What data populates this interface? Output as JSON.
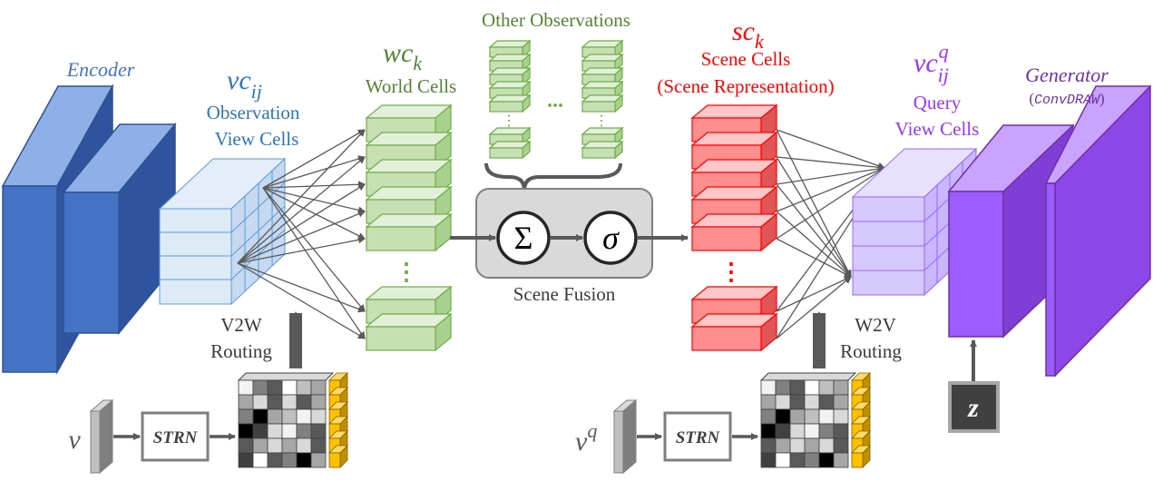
{
  "colors": {
    "encoder": "#4472c4",
    "world": "#70ad47",
    "scene": "#ff0000",
    "query": "#9966ff",
    "fusion_bg": "#d9d9d9",
    "arrow": "#595959",
    "gold": "#ffc000"
  },
  "encoder": {
    "label": "Encoder"
  },
  "obs_view_cells": {
    "symbol": "vc",
    "subscript": "ij",
    "label_line1": "Observation",
    "label_line2": "View Cells"
  },
  "world_cells": {
    "symbol": "wc",
    "subscript": "k",
    "label": "World Cells",
    "vertical_dots": "⋮"
  },
  "other_observations": {
    "label": "Other Observations",
    "ellipsis": "...",
    "vertical_dots": "⋮"
  },
  "scene_fusion": {
    "sum_symbol": "Σ",
    "sigma_symbol": "σ",
    "label": "Scene Fusion"
  },
  "scene_cells": {
    "symbol": "sc",
    "subscript": "k",
    "label_line1": "Scene Cells",
    "label_line2": "(Scene Representation)",
    "vertical_dots": "⋮"
  },
  "query_view_cells": {
    "symbol": "vc",
    "subscript": "ij",
    "superscript": "q",
    "label_line1": "Query",
    "label_line2": "View Cells"
  },
  "generator": {
    "label": "Generator",
    "sublabel_open": "(",
    "sublabel": "ConvDRAW",
    "sublabel_close": ")"
  },
  "left_routing": {
    "input_symbol": "v",
    "strn_label": "STRN",
    "routing_line1": "V2W",
    "routing_line2": "Routing"
  },
  "right_routing": {
    "input_symbol": "v",
    "input_superscript": "q",
    "strn_label": "STRN",
    "routing_line1": "W2V",
    "routing_line2": "Routing"
  },
  "latent": {
    "label": "z"
  }
}
